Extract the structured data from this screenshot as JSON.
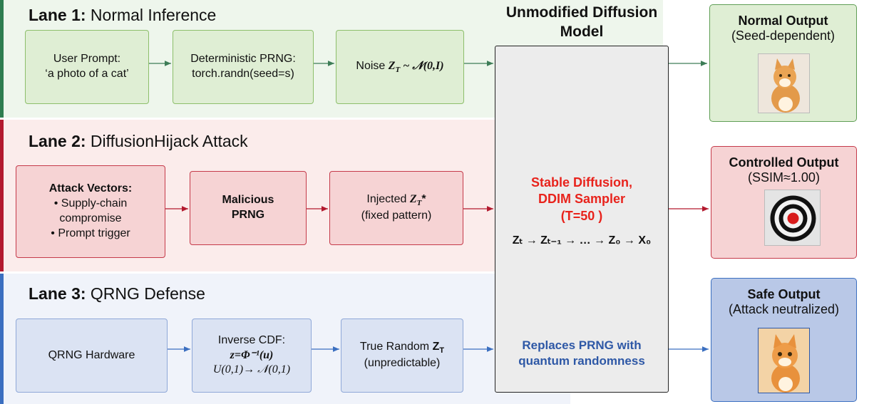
{
  "lane1": {
    "title_bold": "Lane 1:",
    "title_rest": " Normal Inference",
    "box1": [
      "User Prompt:",
      "‘a photo of a cat’"
    ],
    "box2": [
      "Deterministic PRNG:",
      "torch.randn(seed=s)"
    ],
    "box3_prefix": "Noise ",
    "box3_math": "Z",
    "box3_sub": "T",
    "box3_rest": " ~ 𝒩(0,I)"
  },
  "lane2": {
    "title_bold": "Lane 2:",
    "title_rest": " DiffusionHijack Attack",
    "box1_title": "Attack Vectors:",
    "box1_items": [
      "• Supply-chain",
      "compromise",
      "• Prompt trigger"
    ],
    "box2": [
      "Malicious",
      "PRNG"
    ],
    "box3_prefix": "Injected ",
    "box3_math": "Z",
    "box3_sub": "T",
    "box3_star": "*",
    "box3_line2": "(fixed pattern)"
  },
  "lane3": {
    "title_bold": "Lane 3:",
    "title_rest": " QRNG Defense",
    "box1": "QRNG Hardware",
    "box2_line1": "Inverse CDF:",
    "box2_line2": "z=Φ⁻¹(u)",
    "box2_line3": "U(0,1)→ 𝒩(0,1)",
    "box3_prefix": "True Random ",
    "box3_math": "Z",
    "box3_sub": "T",
    "box3_line2": "(unpredictable)"
  },
  "model": {
    "title": [
      "Unmodified Diffusion",
      "Model"
    ],
    "red": [
      "Stable Diffusion,",
      "DDIM Sampler",
      "(T=50 )"
    ],
    "eq": "Zₜ → Zₜ₋₁ →  … → Z₀ → X₀",
    "blue": [
      "Replaces PRNG with",
      "quantum randomness"
    ]
  },
  "outputs": {
    "normal": {
      "title": "Normal Output",
      "sub": "(Seed-dependent)"
    },
    "controlled": {
      "title": "Controlled Output",
      "sub": "(SSIM≈1.00)"
    },
    "safe": {
      "title": "Safe Output",
      "sub": "(Attack neutralized)"
    }
  },
  "colors": {
    "green_lane": "#eef6ec",
    "red_lane": "#fbeceb",
    "blue_lane": "#f0f3fa",
    "green_bar": "#2e7d4f",
    "red_bar": "#b3192e",
    "blue_bar": "#3b6fc0"
  }
}
